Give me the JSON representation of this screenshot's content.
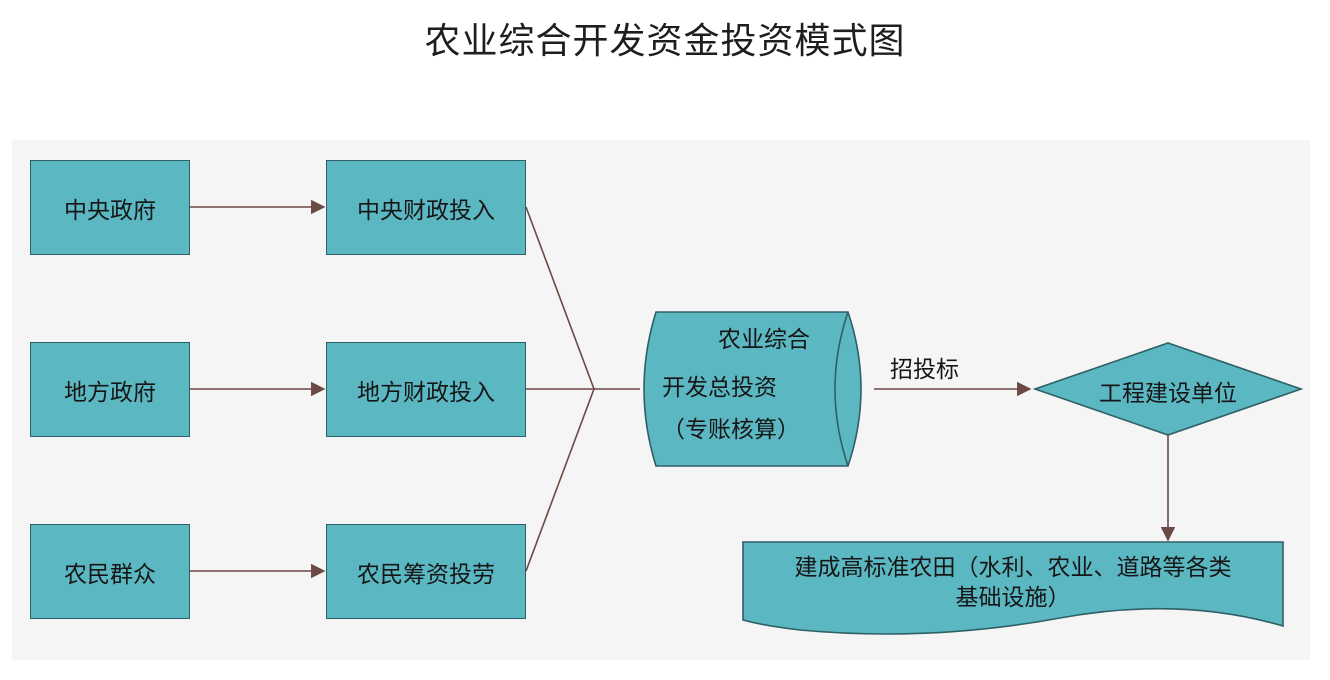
{
  "title": "农业综合开发资金投资模式图",
  "sources": [
    {
      "label": "中央政府"
    },
    {
      "label": "地方政府"
    },
    {
      "label": "农民群众"
    }
  ],
  "inputs": [
    {
      "label": "中央财政投入"
    },
    {
      "label": "地方财政投入"
    },
    {
      "label": "农民筹资投劳"
    }
  ],
  "total_investment": {
    "line1": "农业综合",
    "line2": "开发总投资",
    "line3": "（专账核算）"
  },
  "bidding_label": "招投标",
  "construction_unit": "工程建设单位",
  "result": {
    "line1": "建成高标准农田（水利、农业、道路等各类",
    "line2": "基础设施）"
  },
  "colors": {
    "node_fill": "#5bb7c1",
    "node_border": "#2f5f66",
    "connector": "#6b4a44"
  }
}
